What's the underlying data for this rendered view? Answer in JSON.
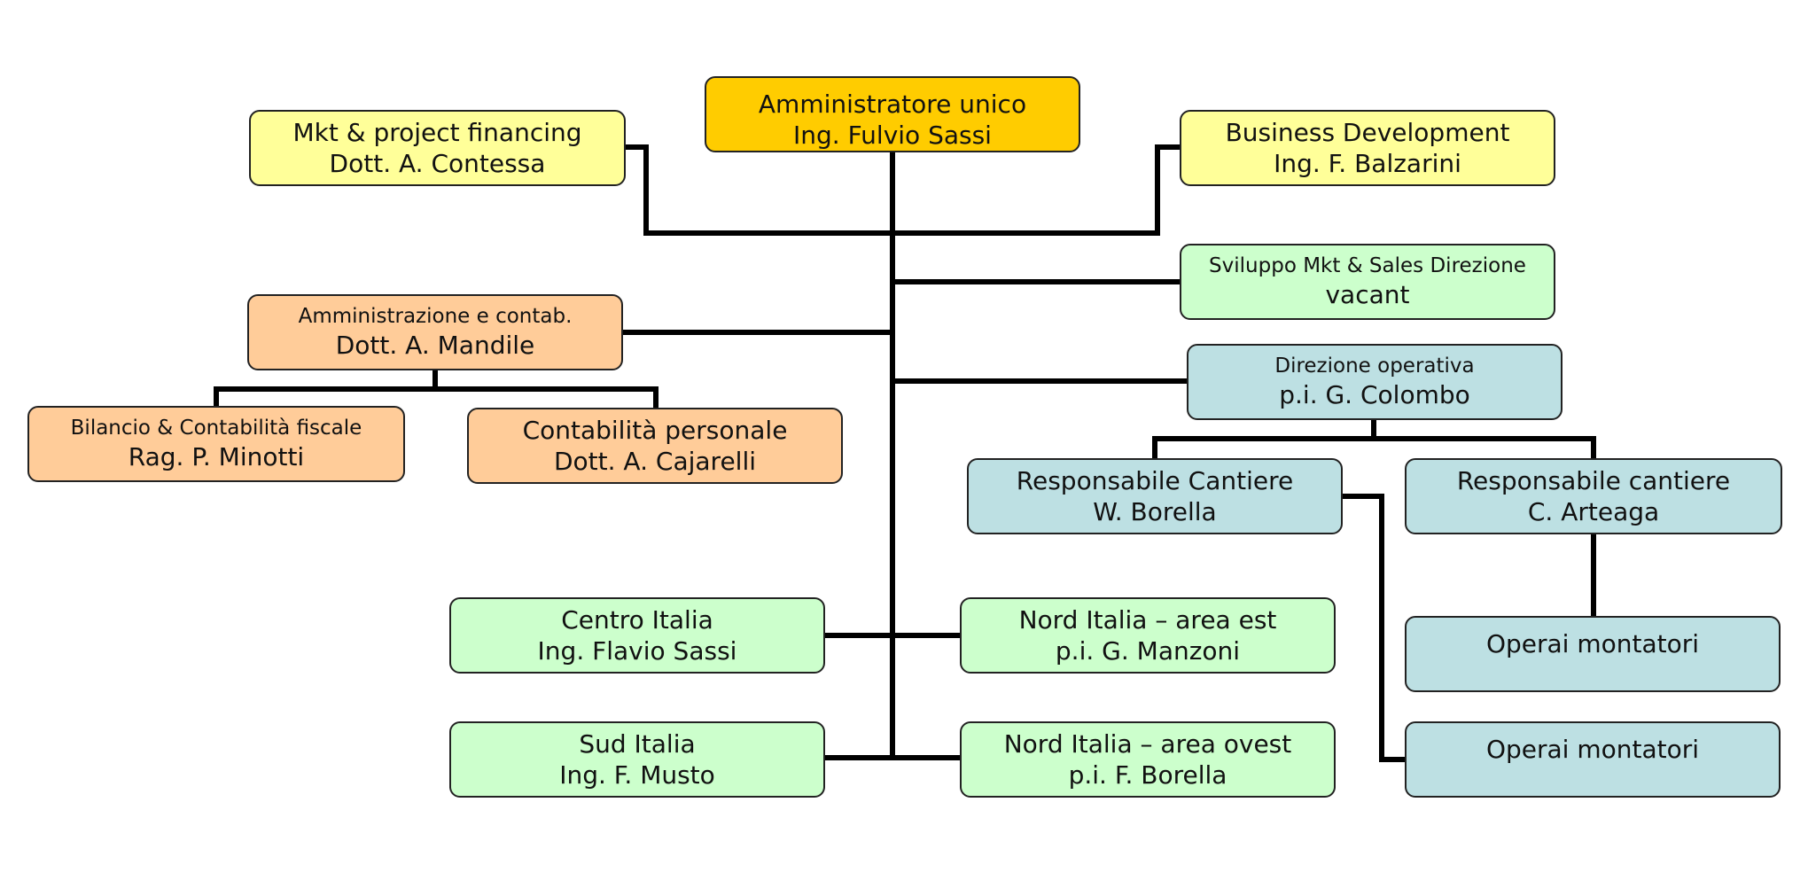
{
  "nodes": {
    "ceo": {
      "title": "Amministratore unico",
      "name": "Ing. Fulvio Sassi"
    },
    "mkt": {
      "title": "Mkt & project financing",
      "name": "Dott. A. Contessa"
    },
    "bizdev": {
      "title": "Business Development",
      "name": "Ing. F. Balzarini"
    },
    "sales": {
      "title": "Sviluppo Mkt & Sales Direzione",
      "name": "vacant"
    },
    "admin": {
      "title": "Amministrazione e contab.",
      "name": "Dott. A. Mandile"
    },
    "bilancio": {
      "title": "Bilancio & Contabilità fiscale",
      "name": "Rag. P. Minotti"
    },
    "personale": {
      "title": "Contabilità personale",
      "name": "Dott. A. Cajarelli"
    },
    "ops": {
      "title": "Direzione operativa",
      "name": "p.i. G. Colombo"
    },
    "site1": {
      "title": "Responsabile Cantiere",
      "name": "W. Borella"
    },
    "site2": {
      "title": "Responsabile cantiere",
      "name": "C. Arteaga"
    },
    "workers1": {
      "title": "Operai montatori"
    },
    "workers2": {
      "title": "Operai montatori"
    },
    "centro": {
      "title": "Centro Italia",
      "name": "Ing. Flavio Sassi"
    },
    "nordest": {
      "title": "Nord Italia – area est",
      "name": "p.i. G. Manzoni"
    },
    "sud": {
      "title": "Sud Italia",
      "name": "Ing. F. Musto"
    },
    "nordovest": {
      "title": "Nord Italia – area ovest",
      "name": "p.i. F. Borella"
    }
  },
  "colors": {
    "ceo": "#ffcc00",
    "staff": "#ffff99",
    "administration": "#ffcc99",
    "regional": "#ccffcc",
    "operations": "#bde0e3"
  }
}
